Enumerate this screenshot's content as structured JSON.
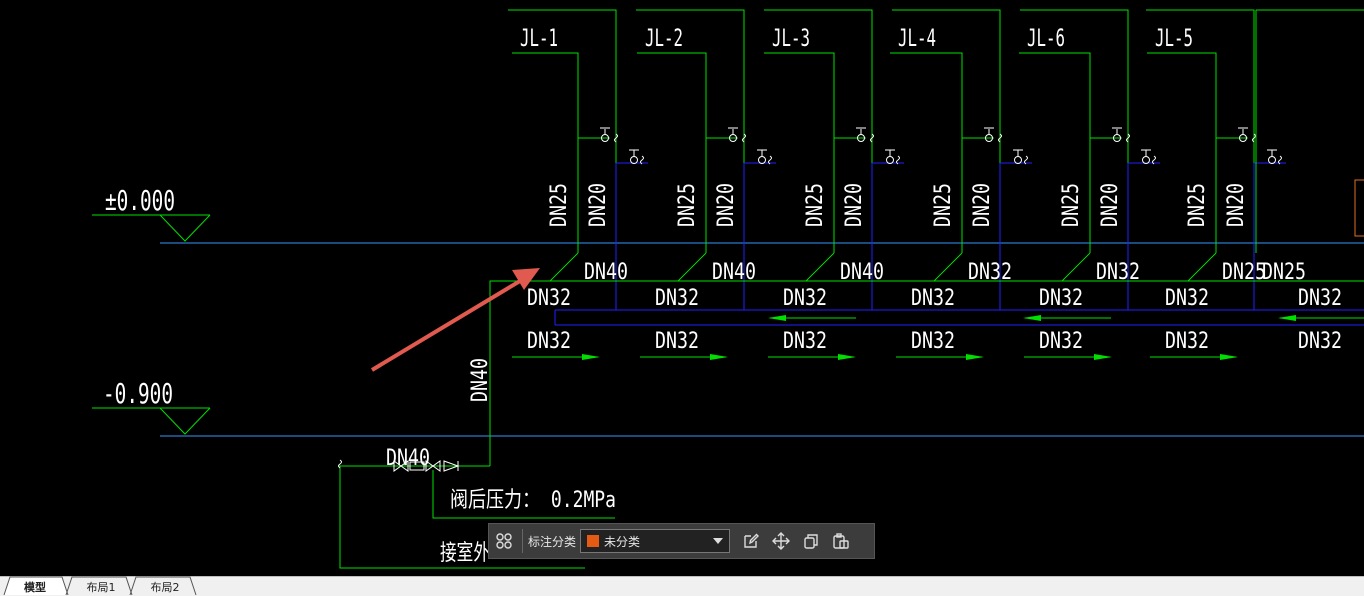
{
  "drawing": {
    "risers": [
      "JL-1",
      "JL-2",
      "JL-3",
      "JL-4",
      "JL-6",
      "JL-5"
    ],
    "elevations": [
      "±0.000",
      "-0.900"
    ],
    "riser_size_a": "DN25",
    "riser_size_b": "DN20",
    "upper_main_sizes": [
      "DN40",
      "DN40",
      "DN40",
      "DN32",
      "DN32",
      "DN25"
    ],
    "mid_main_size": "DN32",
    "lower_main_size": "DN32",
    "supply_riser_size": "DN40",
    "inlet_size": "DN40",
    "pressure_text": "阀后压力：  0.2MPa",
    "outdoor_text": "接室外",
    "colors": {
      "green": "#00e000",
      "blue": "#2020ff",
      "cyan": "#3399ff",
      "white": "#ffffff",
      "annotation": "#e05a4f"
    }
  },
  "toolbar": {
    "category_label": "标注分类",
    "category_value": "未分类",
    "category_color": "#e55b13"
  },
  "tabs": [
    "模型",
    "布局1",
    "布局2"
  ]
}
